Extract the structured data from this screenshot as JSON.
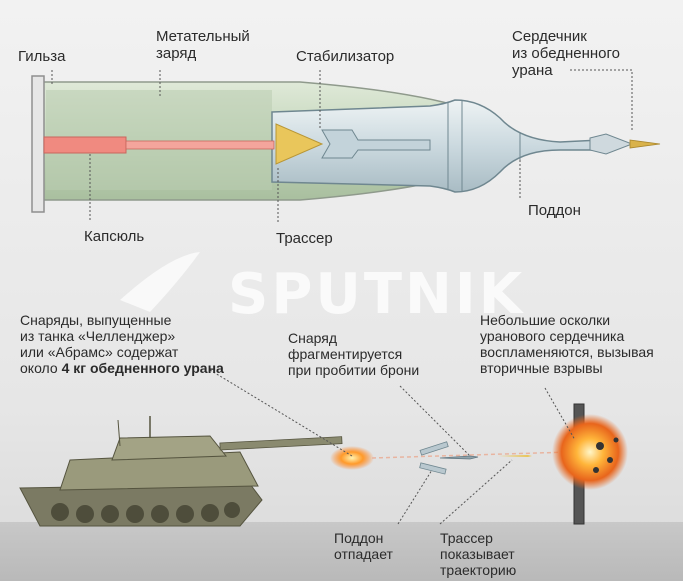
{
  "labels": {
    "case": "Гильза",
    "charge": [
      "Метательный",
      "заряд"
    ],
    "stabilizer": "Стабилизатор",
    "core": [
      "Сердечник",
      "из обедненного",
      "урана"
    ],
    "primer": "Капсюль",
    "tracer": "Трассер",
    "sabot": "Поддон"
  },
  "watermark": "SPUTNIK",
  "notes": {
    "tank_note": {
      "lines": [
        "Снаряды, выпущенные",
        "из танка «Челленджер»",
        "или «Абрамс» содержат"
      ],
      "last_prefix": "около ",
      "last_bold": "4 кг обедненного урана"
    },
    "fragment_note": [
      "Снаряд",
      "фрагментируется",
      "при пробитии брони"
    ],
    "shards_note": [
      "Небольшие осколки",
      "уранового сердечника",
      "воспламеняются, вызывая",
      "вторичные взрывы"
    ],
    "sabot_falls": [
      "Поддон",
      "отпадает"
    ],
    "tracer_path": [
      "Трассер",
      "показывает",
      "траекторию"
    ]
  },
  "colors": {
    "case_fill": "#c9dcc0",
    "charge_fill": "#b6c9ad",
    "rod": "#f08a80",
    "tracer": "#e9c65b",
    "projectile_body": "#d3e0e6",
    "tip": "#d9b24a",
    "tank": "#8a8a6f",
    "explosion": "#f39a2a"
  }
}
